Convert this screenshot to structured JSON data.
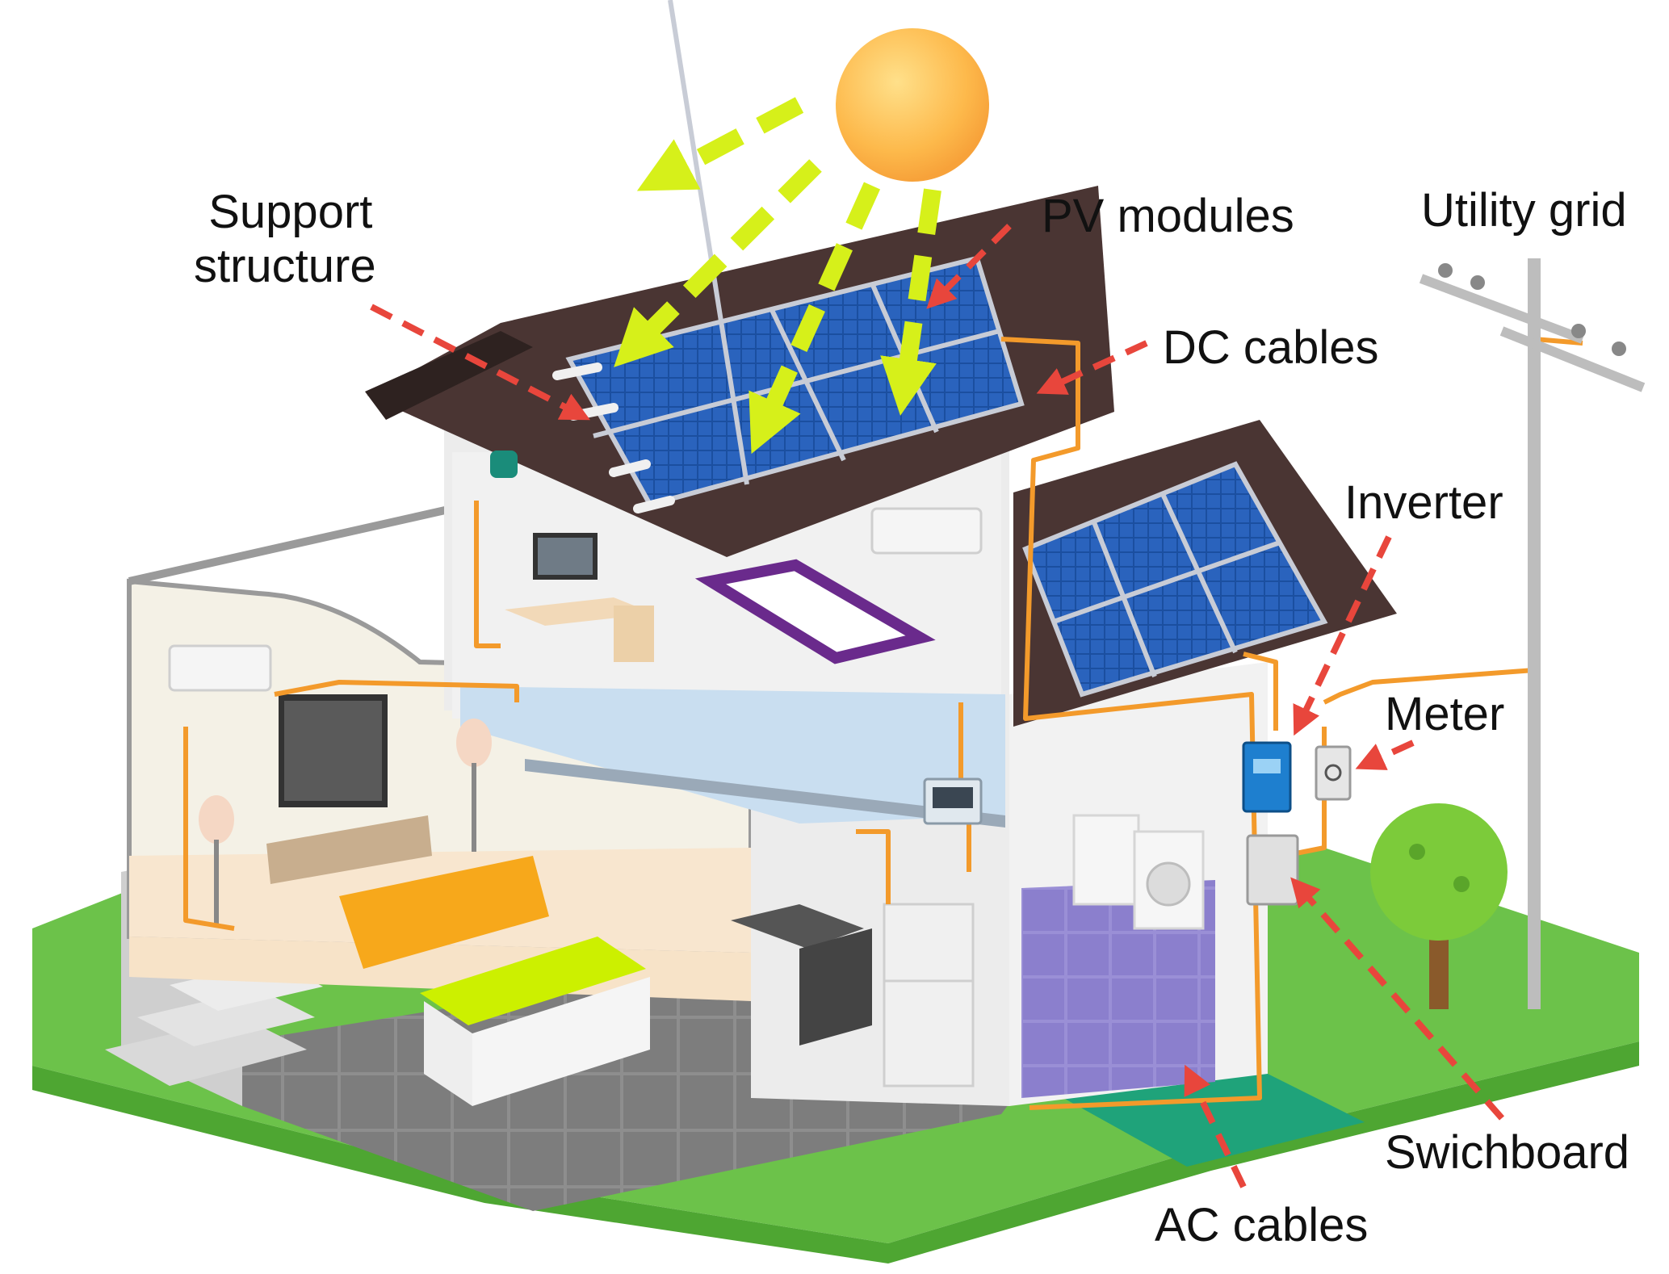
{
  "labels": {
    "support_structure_line1": "Support",
    "support_structure_line2": "structure",
    "pv_modules": "PV modules",
    "utility_grid": "Utility grid",
    "dc_cables": "DC cables",
    "inverter": "Inverter",
    "meter": "Meter",
    "switchboard": "Swichboard",
    "ac_cables": "AC cables"
  },
  "colors": {
    "sun": "#FDB94B",
    "sunlight_arrow": "#D6F01A",
    "pointer_arrow": "#E8463C",
    "cable": "#F39A2B",
    "pv_panel": "#1B4FA0",
    "roof": "#4A3533",
    "grass": "#6CC24A",
    "floor_tile": "#8E8E8E",
    "laundry_floor": "#9A8FD6",
    "walkway": "#1FA37A"
  },
  "icons": {
    "sun": "sun-icon",
    "panel": "solar-panel-icon",
    "inverter": "inverter-icon",
    "meter": "meter-icon",
    "switchboard": "switchboard-icon",
    "pole": "utility-pole-icon",
    "tree": "tree-icon"
  }
}
